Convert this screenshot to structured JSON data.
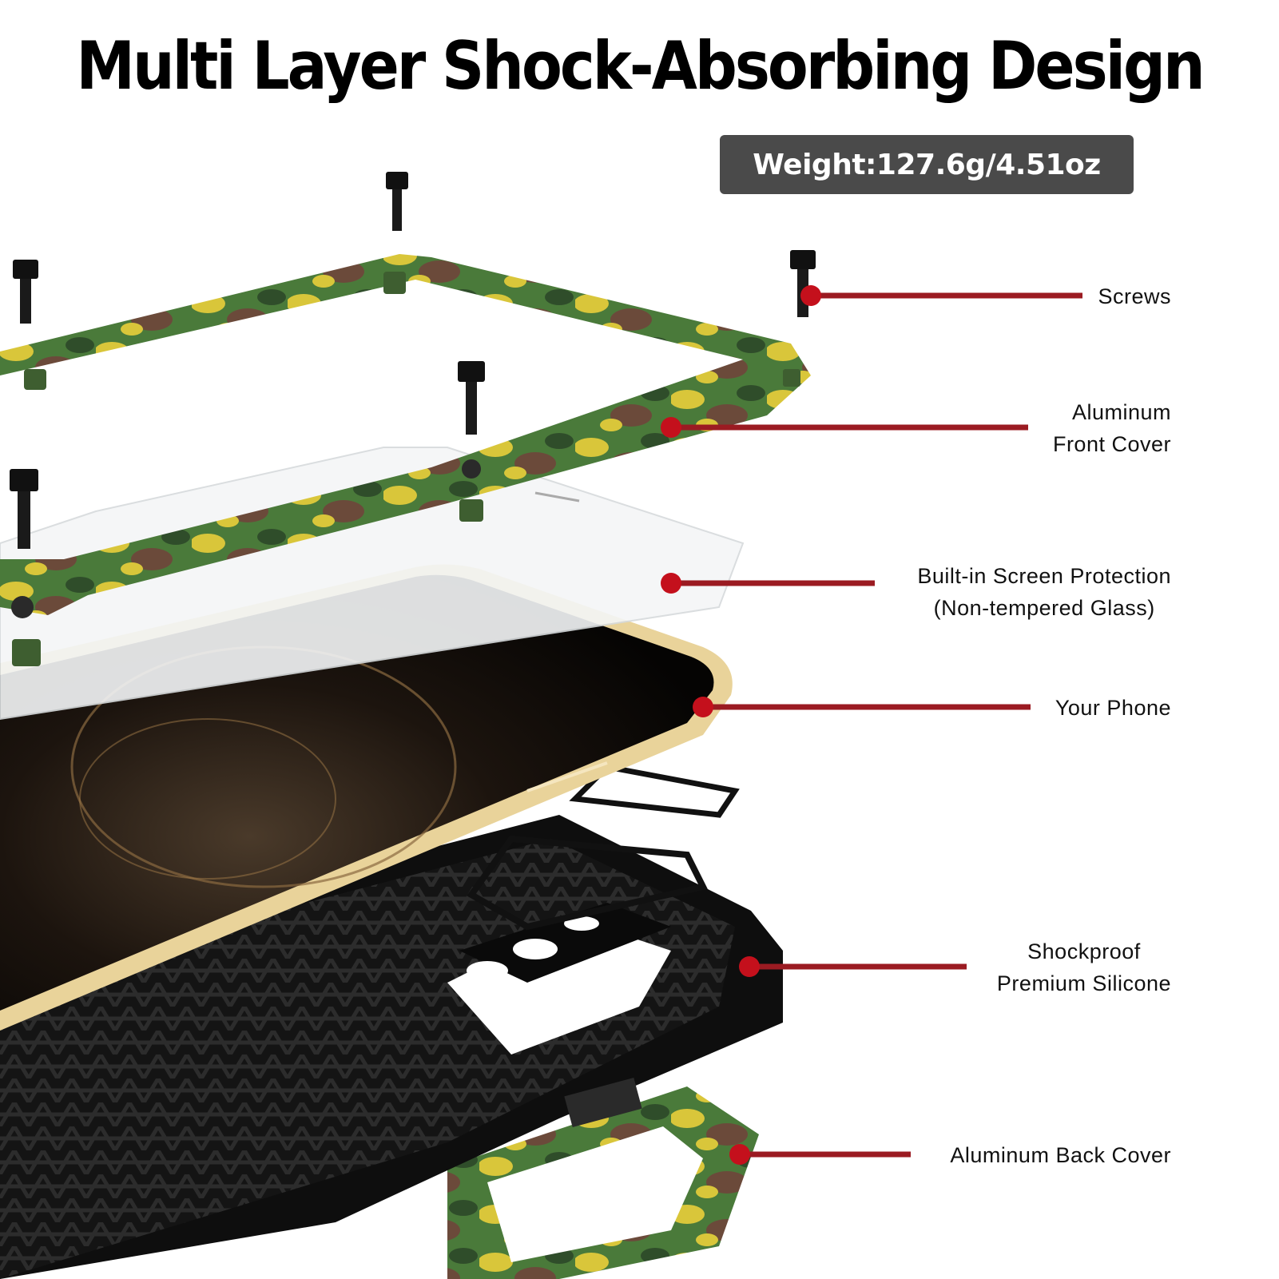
{
  "title": "Multi Layer Shock-Absorbing Design",
  "weight": "Weight:127.6g/4.51oz",
  "callouts": {
    "screws": "Screws",
    "front_cover_1": "Aluminum",
    "front_cover_2": "Front Cover",
    "screen_1": "Built-in Screen Protection",
    "screen_2": "(Non-tempered Glass)",
    "phone": "Your Phone",
    "silicone_1": "Shockproof",
    "silicone_2": "Premium Silicone",
    "back_cover": "Aluminum Back Cover"
  },
  "colors": {
    "callout_line": "#9b1b22",
    "callout_dot": "#c4101c",
    "badge": "#4a4a4a",
    "camo_green": "#4a7a3a",
    "camo_yellow": "#d9c63a",
    "camo_brown": "#6b4a3a",
    "phone_gold": "#e9d39a"
  }
}
